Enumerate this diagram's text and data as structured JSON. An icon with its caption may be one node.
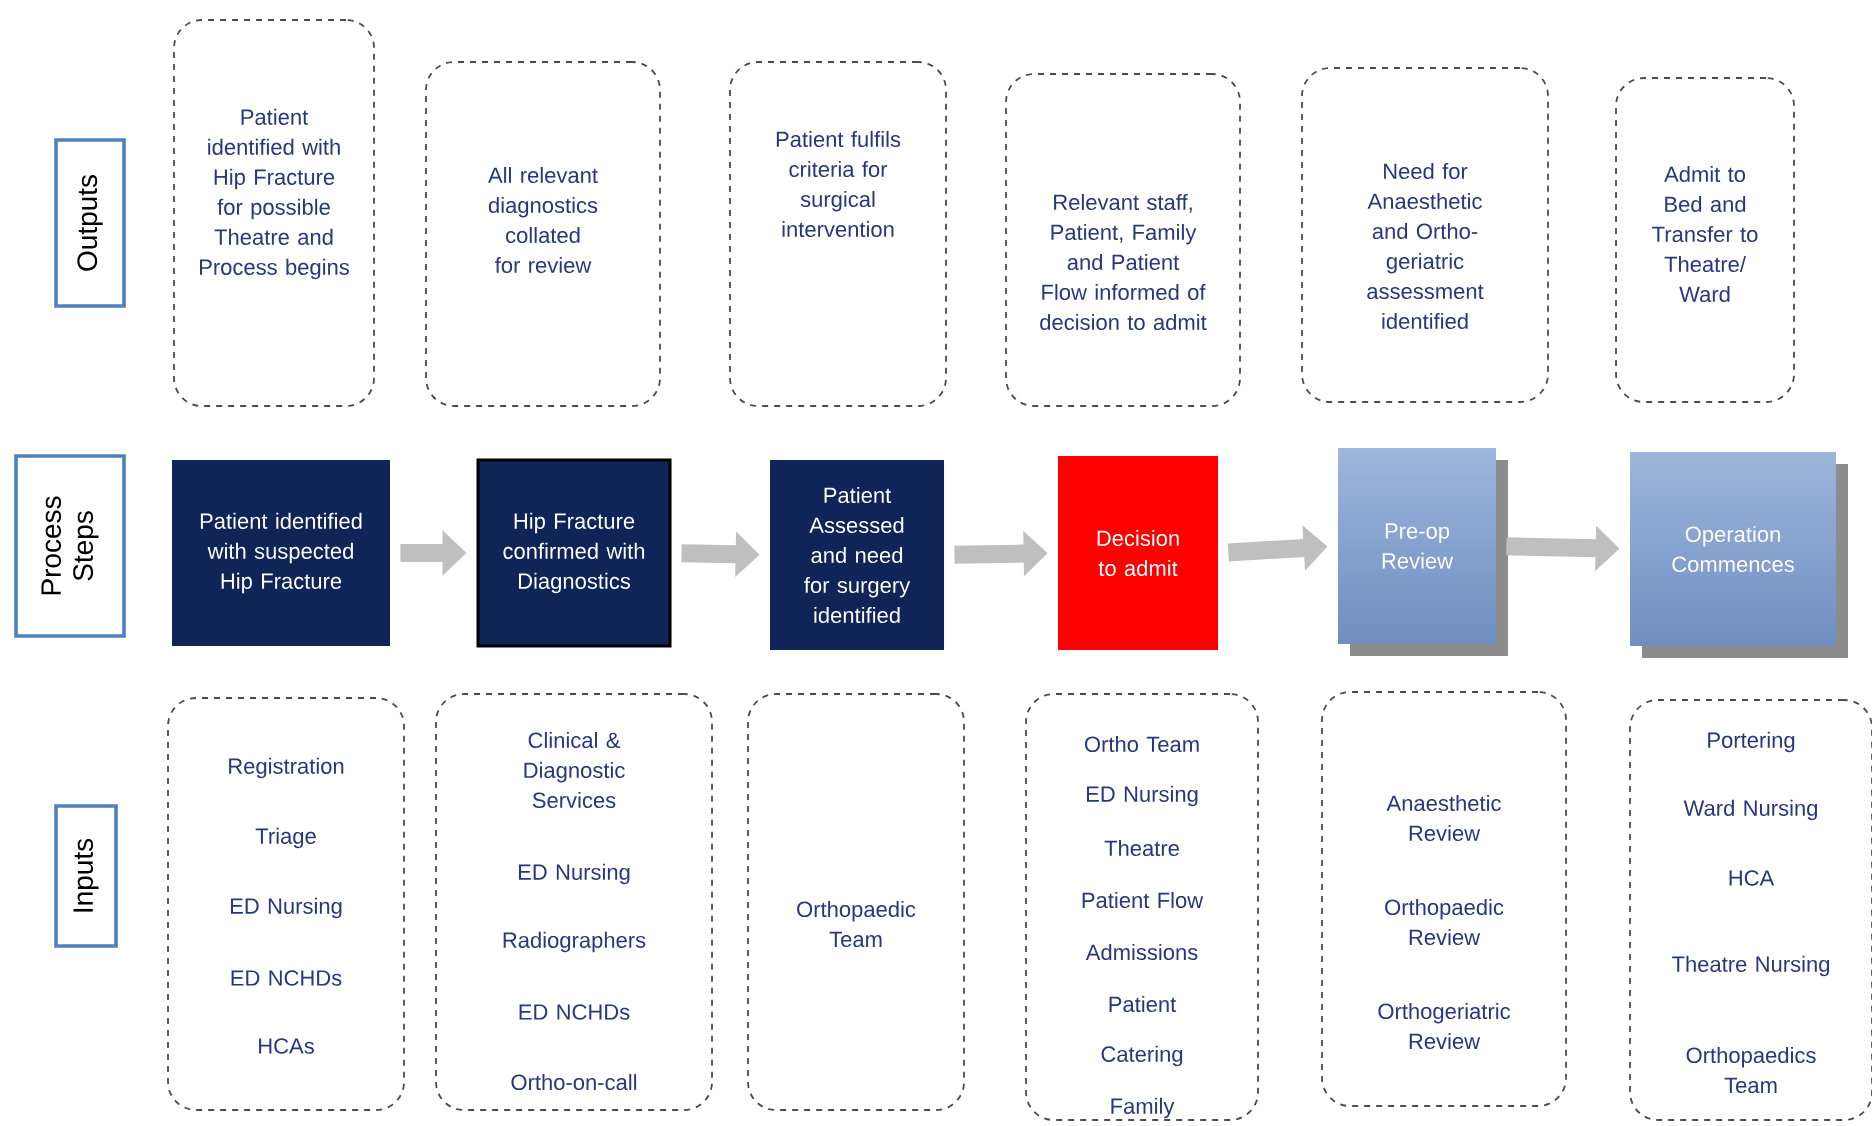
{
  "diagram": {
    "nodes": [
      {
        "text": [
          "Outputs"
        ]
      },
      {
        "text": [
          "Patient identified with Hip Fracture for possible Theatre and Process begins"
        ]
      },
      {
        "text": [
          "All relevant diagnostics collated for review"
        ]
      },
      {
        "text": [
          "Patient fulfils criteria for surgical intervention"
        ]
      },
      {
        "text": [
          "Relevant staff, Patient, Family and Patient Flow informed of decision to admit"
        ]
      },
      {
        "text": [
          "Need for Anaesthetic and Ortho-geriatric assessment identified"
        ]
      },
      {
        "text": [
          "Admit to Bed and Transfer to Theatre/ Ward"
        ]
      },
      {
        "text": [
          "Process Steps"
        ]
      },
      {
        "text": [
          "Patient identified with suspected Hip Fracture"
        ]
      },
      {
        "text": [
          "Hip Fracture confirmed with Diagnostics"
        ]
      },
      {
        "text": [
          "Patient Assessed and need for surgery identified"
        ]
      },
      {
        "text": [
          "Decision to admit"
        ]
      },
      {
        "text": [
          "Pre-op Review"
        ]
      },
      {
        "text": [
          "Operation Commences"
        ]
      },
      {
        "text": [
          "Inputs"
        ]
      },
      {
        "text": [
          "Registration",
          "Triage",
          "ED Nursing",
          "ED NCHDs",
          "HCAs"
        ]
      },
      {
        "text": [
          "Clinical & Diagnostic Services",
          "ED Nursing",
          "Radiographers",
          "ED NCHDs",
          "Ortho-on-call"
        ]
      },
      {
        "text": [
          "Orthopaedic Team"
        ]
      },
      {
        "text": [
          "Ortho Team",
          "ED Nursing",
          "Theatre",
          "Patient Flow",
          "Admissions",
          "Patient",
          "Catering",
          "Family"
        ]
      },
      {
        "text": [
          "Anaesthetic Review",
          "Orthopaedic Review",
          "Orthogeriatric Review"
        ]
      },
      {
        "text": [
          "Portering",
          "Ward Nursing",
          "HCA",
          "Theatre Nursing",
          "Orthopaedics Team"
        ]
      }
    ],
    "edges": [
      {
        "from": 8,
        "to": 9,
        "arrow": "to"
      },
      {
        "from": 9,
        "to": 10,
        "arrow": "to"
      },
      {
        "from": 10,
        "to": 11,
        "arrow": "to"
      },
      {
        "from": 11,
        "to": 12,
        "arrow": "to"
      },
      {
        "from": 12,
        "to": 13,
        "arrow": "to"
      }
    ]
  }
}
